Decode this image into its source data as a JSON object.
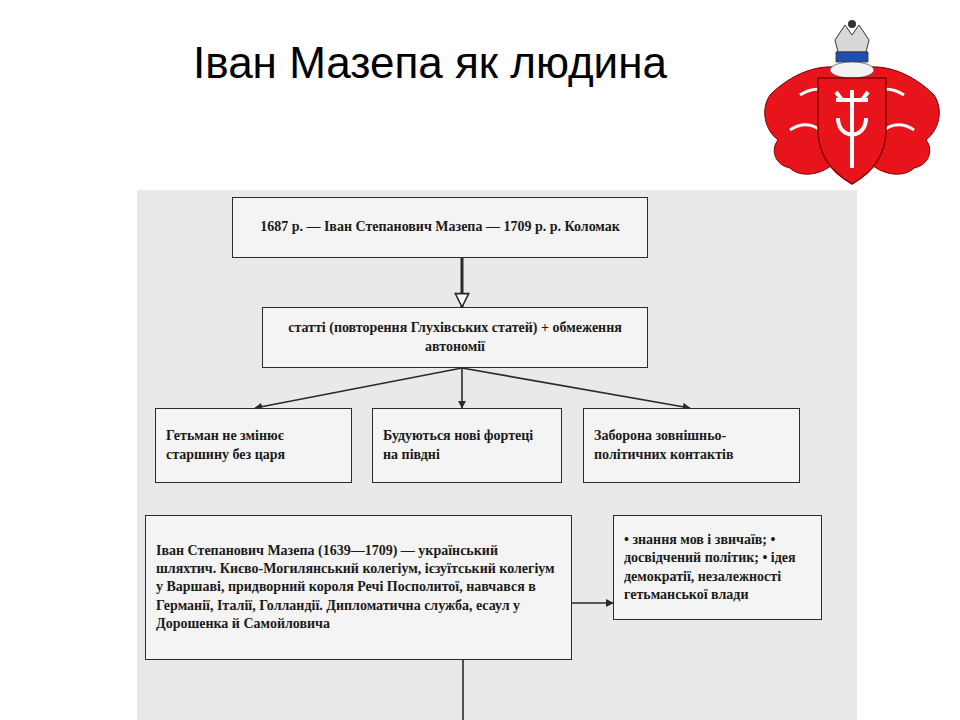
{
  "diagram": {
    "title": "Іван Мазепа як людина",
    "nodes": [
      {
        "text": [
          "1687 р. — Іван Степанович Мазепа — 1709 р. р. Коломак"
        ]
      },
      {
        "text": [
          "статті (повторення Глухівських статей) + обмеження автономії"
        ]
      },
      {
        "text": [
          "Гетьман не змінює старшину без царя"
        ]
      },
      {
        "text": [
          "Будуються нові фортеці на півдні"
        ]
      },
      {
        "text": [
          "Заборона зовнішньо-політичних контактів"
        ]
      },
      {
        "text": [
          "Іван Степанович Мазепа (1639—1709) — український шляхтич. Києво-Могилянський колегіум, ієзуїтський колегіум у Варшаві, придворний короля Речі Посполитої, навчався в Германії, Італії, Голландії. Дипломатична служба, есаул у Дорошенка й Самойловича"
        ]
      },
      {
        "text": [
          "• знання мов і звичаїв; • досвідчений політик; • ідея демократії, незалежності гетьманської влади"
        ]
      }
    ],
    "edges": [
      {
        "from": 0,
        "to": 1,
        "arrow": "to"
      },
      {
        "from": 1,
        "to": 2,
        "arrow": "to"
      },
      {
        "from": 1,
        "to": 3,
        "arrow": "to"
      },
      {
        "from": 1,
        "to": 4,
        "arrow": "to"
      },
      {
        "from": 5,
        "to": 6,
        "arrow": "to"
      }
    ]
  }
}
